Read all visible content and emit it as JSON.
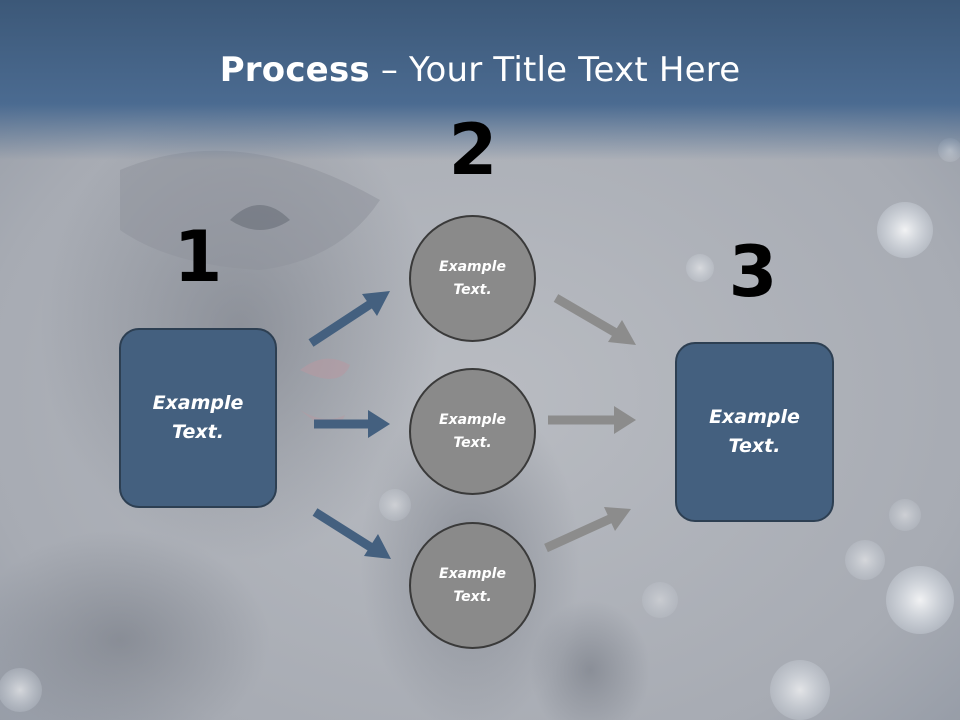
{
  "title": {
    "bold": "Process",
    "rest": " – Your Title Text Here"
  },
  "steps": [
    {
      "number": "1",
      "text": "Example Text."
    },
    {
      "number": "2",
      "items": [
        "Example Text.",
        "Example Text.",
        "Example Text."
      ]
    },
    {
      "number": "3",
      "text": "Example Text."
    }
  ],
  "colors": {
    "header_blue": "#4a6a90",
    "box_fill": "#44607f",
    "box_border": "#2d3f52",
    "circle_fill": "#8a8a8a",
    "arrow_blue": "#44607f",
    "arrow_gray": "#8c8c8c",
    "background": "#a9adb5"
  }
}
